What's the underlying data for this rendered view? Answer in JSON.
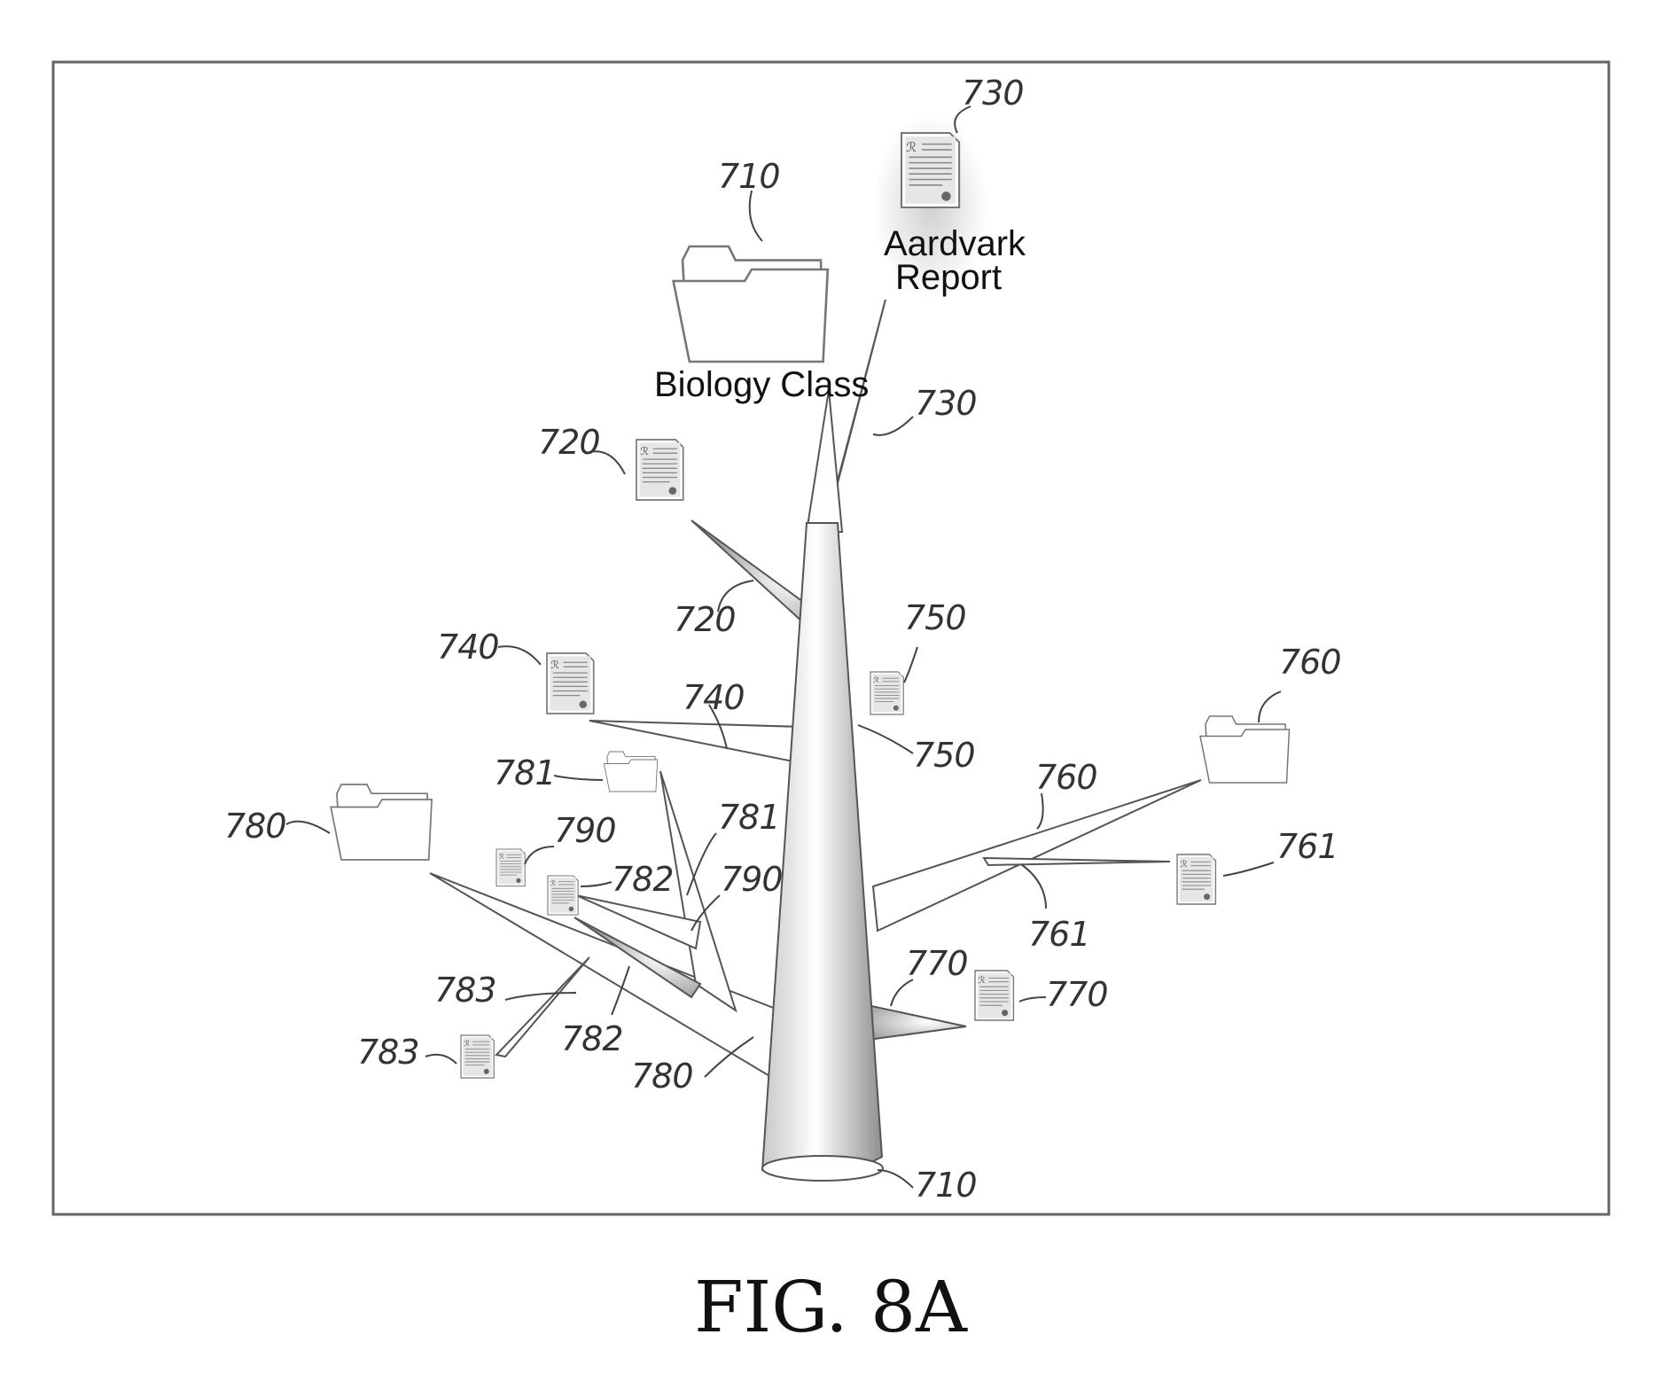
{
  "figure": {
    "label": "FIG. 8A",
    "labels": {
      "biology_class": "Biology Class",
      "aardvark_line1": "Aardvark",
      "aardvark_line2": "Report"
    },
    "refs": {
      "r710_folder": "710",
      "r710_trunk": "710",
      "r730_doc": "730",
      "r730_branch": "730",
      "r720_doc": "720",
      "r720_branch": "720",
      "r740_doc": "740",
      "r740_branch": "740",
      "r750_doc": "750",
      "r750_branch": "750",
      "r760_folder": "760",
      "r760_branch": "760",
      "r761_doc": "761",
      "r761_branch": "761",
      "r770_branch": "770",
      "r770_doc": "770",
      "r780_folder": "780",
      "r780_branch": "780",
      "r781_folder": "781",
      "r781_branch": "781",
      "r782_doc": "782",
      "r782_branch": "782",
      "r783_branch": "783",
      "r783_doc": "783",
      "r790_doc": "790",
      "r790_branch": "790"
    }
  }
}
